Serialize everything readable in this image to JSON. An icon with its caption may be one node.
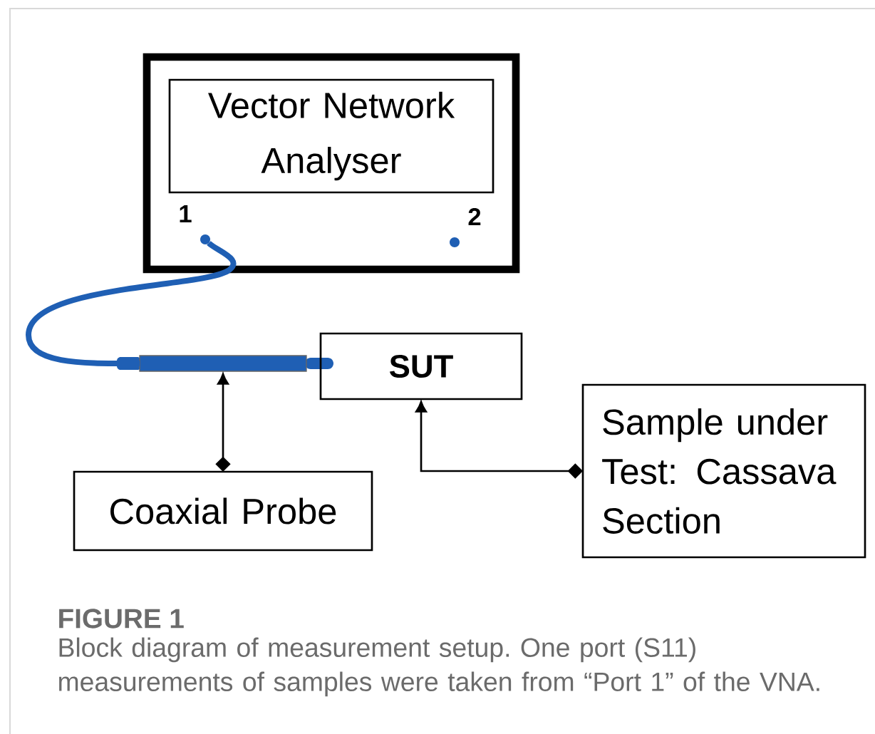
{
  "diagram": {
    "caption": "Block diagram of measurement setup. One port (S11) measurements of samples were taken from “Port 1” of the VNA.",
    "nodes": [
      {
        "text": [],
        "shape": "box"
      },
      {
        "text": [
          "Vector Network Analyser"
        ],
        "in": 0
      },
      {
        "text": [],
        "shape": "circle",
        "in": 0,
        "beside": [
          "1"
        ]
      },
      {
        "text": [],
        "shape": "circle",
        "in": 0,
        "beside": [
          "2"
        ]
      },
      {
        "text": [],
        "shape": "bar"
      },
      {
        "text": [
          "SUT"
        ]
      },
      {
        "text": [
          "Coaxial Probe"
        ]
      },
      {
        "text": [
          "Sample under Test: Cassava Section"
        ]
      }
    ],
    "edges": [
      {
        "from": 2,
        "to": 4,
        "arrow": "none",
        "style": "thick",
        "color": "#1f5fb4"
      },
      {
        "from": 6,
        "to": 4,
        "arrow": "to"
      },
      {
        "from": 7,
        "to": 5,
        "arrow": "to"
      }
    ],
    "labels": [
      "FIGURE 1"
    ]
  }
}
